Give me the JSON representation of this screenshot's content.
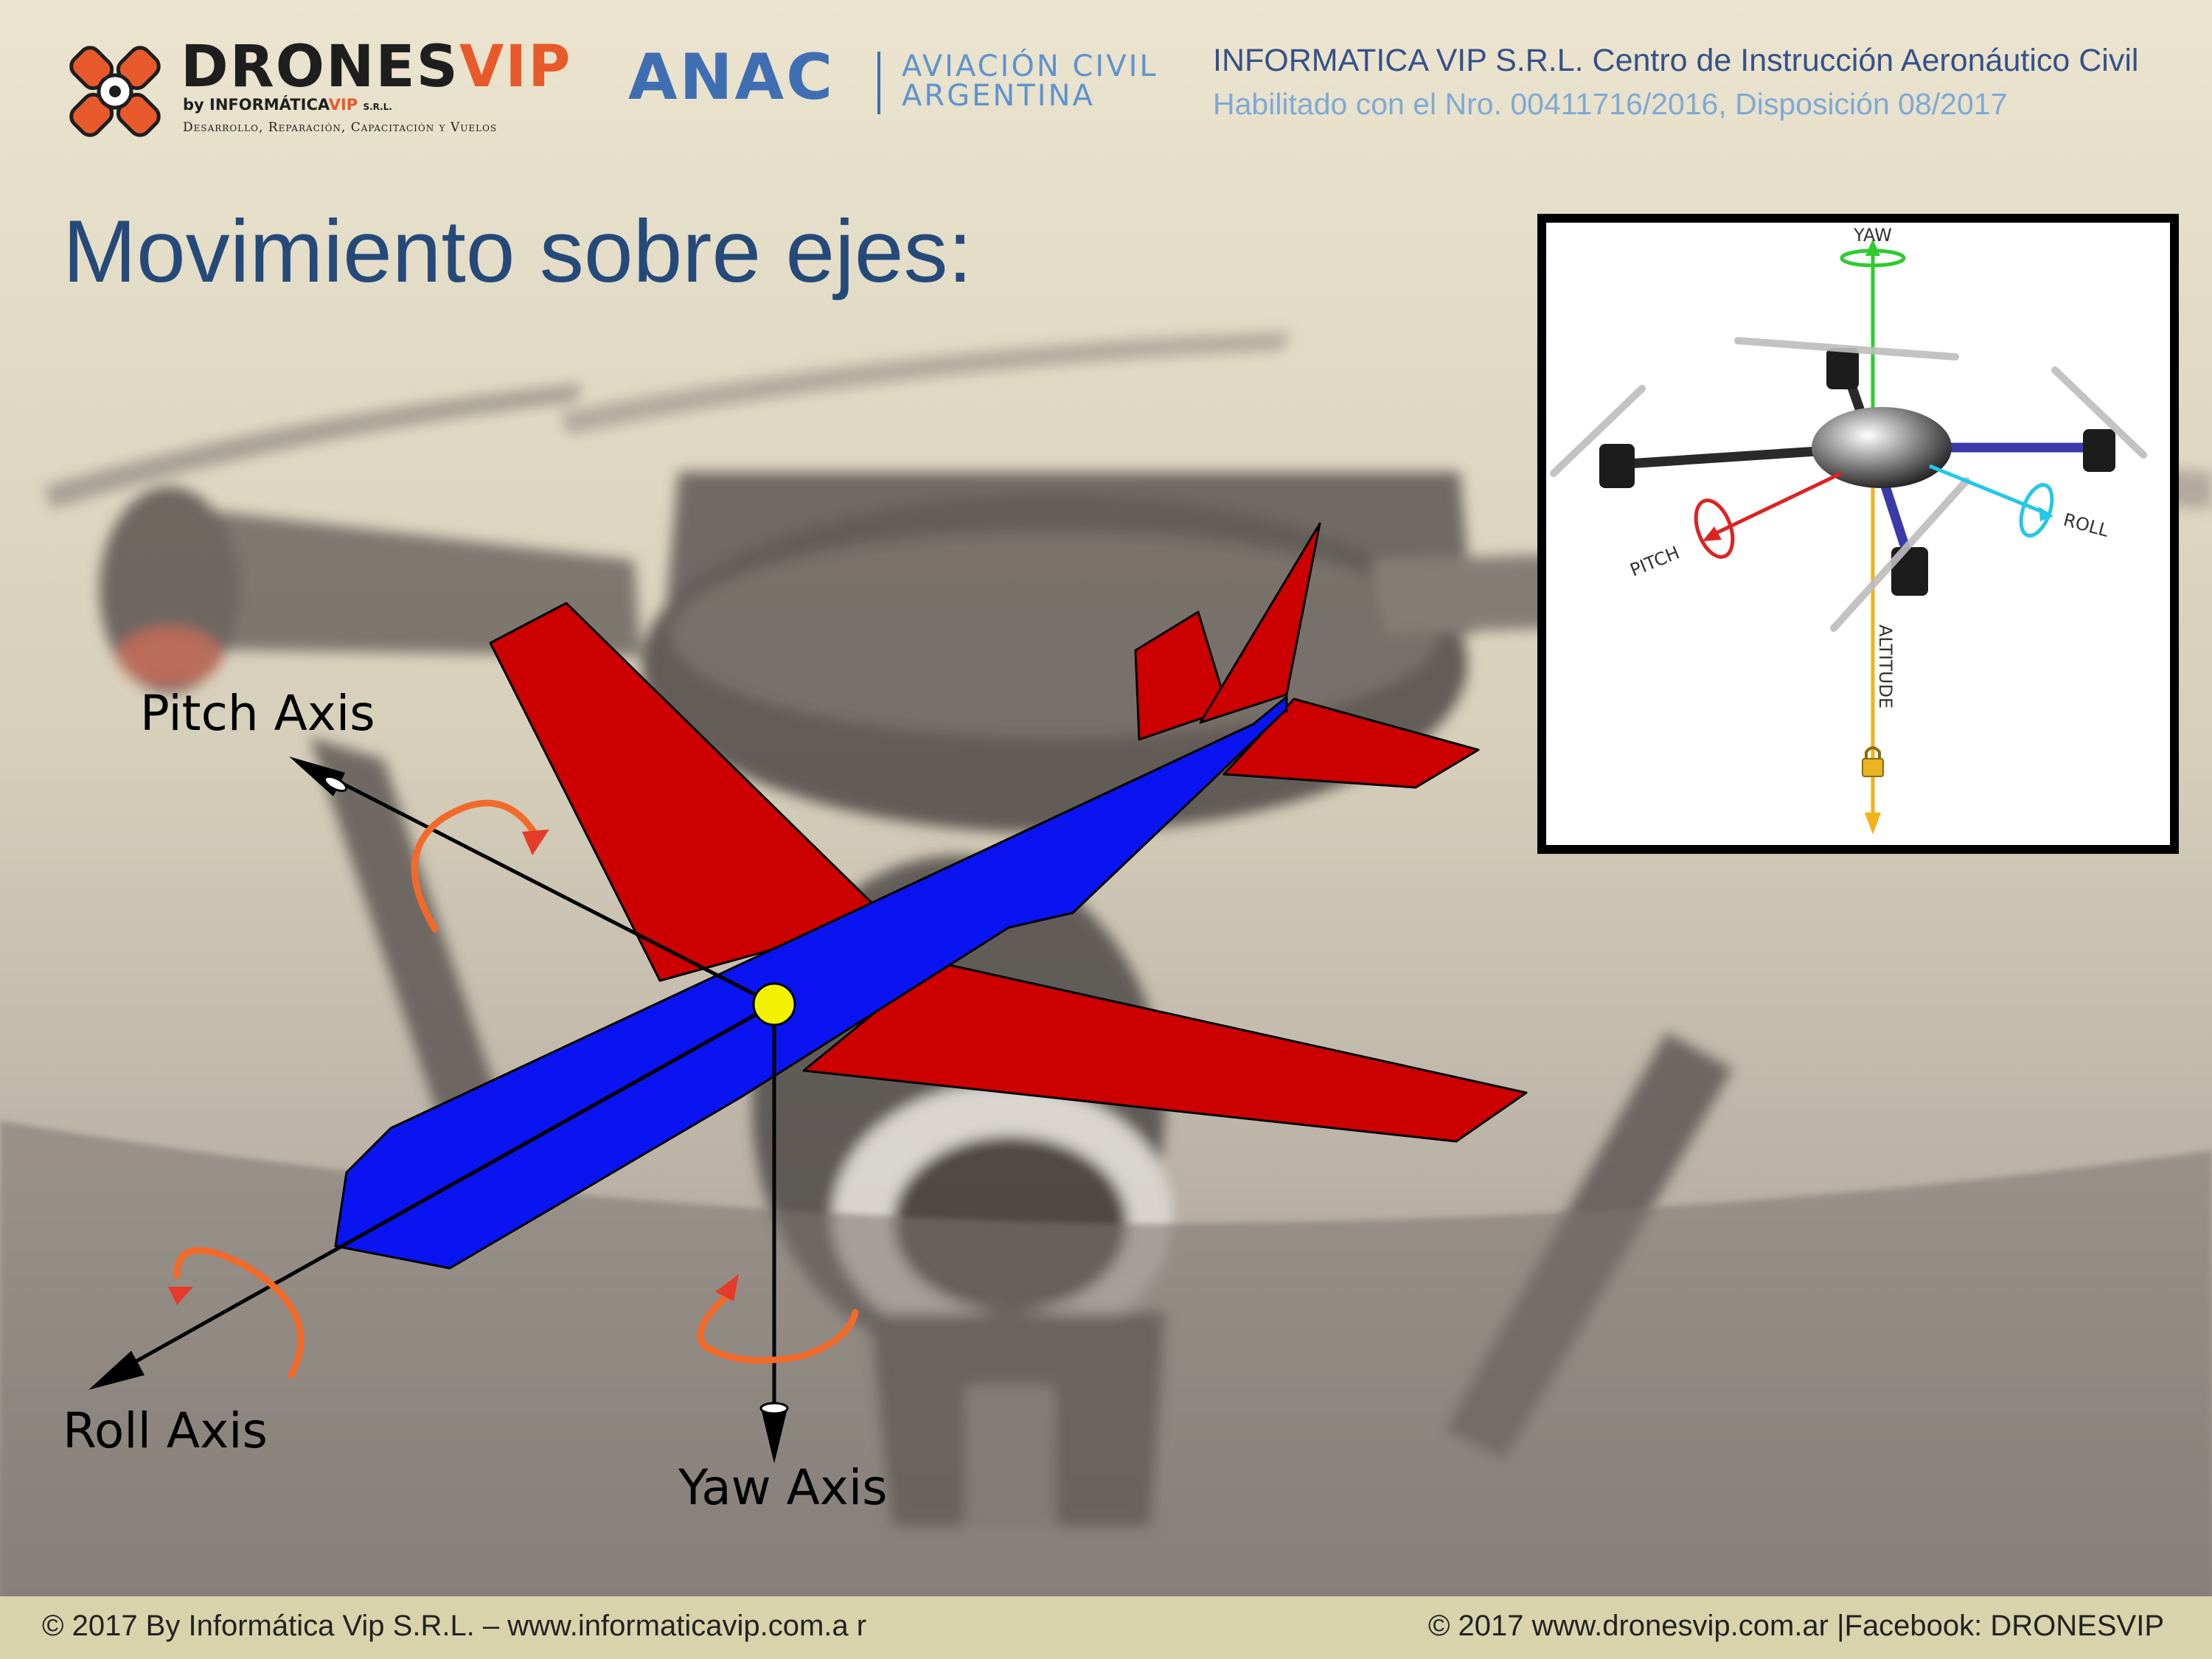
{
  "header": {
    "logo": {
      "brand_prefix": "DRONES",
      "brand_suffix": "VIP",
      "by_prefix": "by INFORMÁTICA",
      "by_suffix": "VIP",
      "by_srl": "S.R.L.",
      "tagline": "Desarrollo, Reparación, Capacitación y Vuelos"
    },
    "anac": {
      "acronym": "ANAC",
      "line1": "AVIACIÓN CIVIL",
      "line2": "ARGENTINA"
    },
    "institute_line1": "INFORMATICA VIP S.R.L. Centro de Instrucción Aeronáutico Civil",
    "institute_line2": "Habilitado con el Nro. 00411716/2016, Disposición 08/2017"
  },
  "slide": {
    "title": "Movimiento sobre ejes:"
  },
  "airplane_diagram": {
    "pitch_label": "Pitch Axis",
    "roll_label": "Roll Axis",
    "yaw_label": "Yaw Axis",
    "colors": {
      "fuselage": "#0a14f0",
      "wings": "#cc0000",
      "center": "#f2f200",
      "rotation_arrows": "#f26a2a"
    }
  },
  "quadcopter_inset": {
    "yaw": "YAW",
    "pitch": "PITCH",
    "roll": "ROLL",
    "altitude": "ALTITUDE",
    "colors": {
      "yaw": "#2ecc2e",
      "pitch": "#dd2222",
      "roll": "#22c8e8",
      "altitude": "#f2b21a"
    }
  },
  "footer": {
    "left": "© 2017 By Informática Vip S.R.L. – www.informaticavip.com.a r",
    "right": "© 2017  www.dronesvip.com.ar |Facebook: DRONESVIP"
  }
}
